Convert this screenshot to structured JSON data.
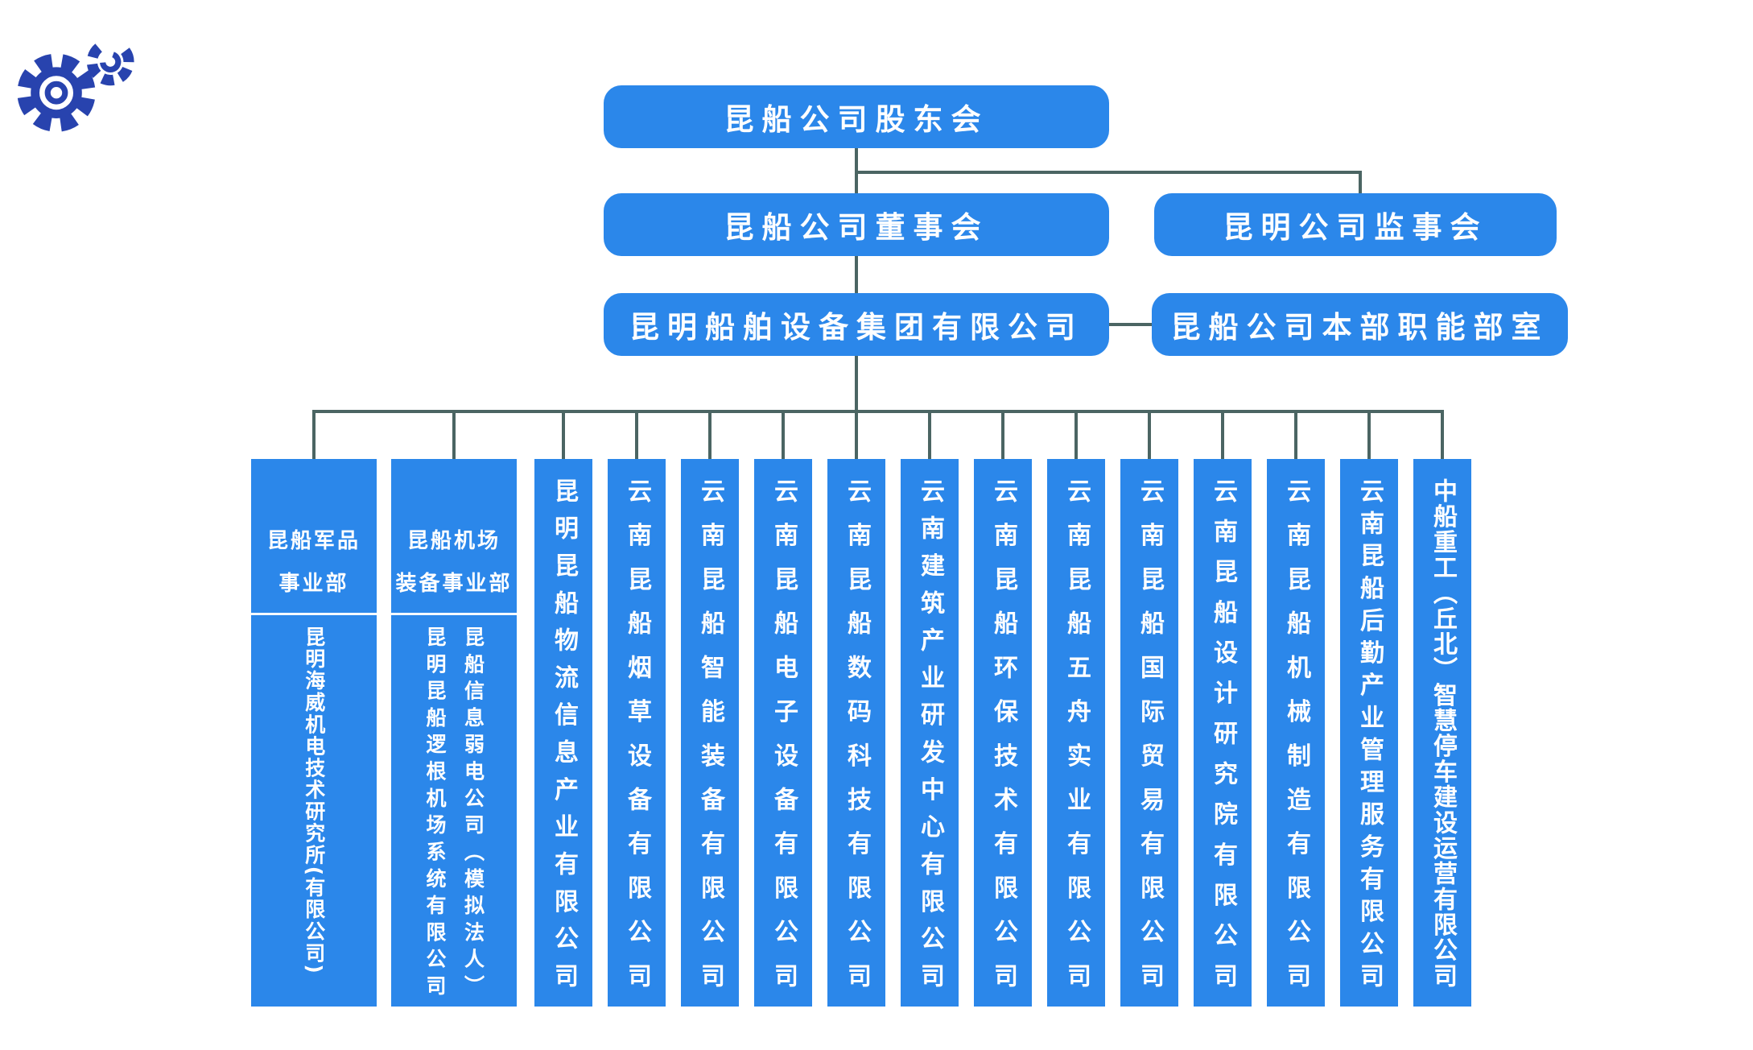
{
  "meta": {
    "box_blue": "#2B87EA",
    "line_color": "#4B6563",
    "logo_blue": "#2843AE",
    "background": "#FFFFFF"
  },
  "top_boxes": {
    "shareholders": "昆船公司股东会",
    "board": "昆船公司董事会",
    "supervisors": "昆明公司监事会",
    "group": "昆明船舶设备集团有限公司",
    "hq": "昆船公司本部职能部室"
  },
  "columns": [
    {
      "type": "dept",
      "header_lines": [
        "昆船军品",
        "事业部"
      ],
      "bodies": [
        "昆明海威机电技术研究所(有限公司)"
      ]
    },
    {
      "type": "dept",
      "header_lines": [
        "昆船机场",
        "装备事业部"
      ],
      "bodies": [
        "昆船信息弱电公司（模拟法人）",
        "昆明昆船逻根机场系统有限公司"
      ]
    },
    {
      "type": "plain",
      "text": "昆明昆船物流信息产业有限公司"
    },
    {
      "type": "plain",
      "text": "云南昆船烟草设备有限公司"
    },
    {
      "type": "plain",
      "text": "云南昆船智能装备有限公司"
    },
    {
      "type": "plain",
      "text": "云南昆船电子设备有限公司"
    },
    {
      "type": "plain",
      "text": "云南昆船数码科技有限公司"
    },
    {
      "type": "plain",
      "text": "云南建筑产业研发中心有限公司"
    },
    {
      "type": "plain",
      "text": "云南昆船环保技术有限公司"
    },
    {
      "type": "plain",
      "text": "云南昆船五舟实业有限公司"
    },
    {
      "type": "plain",
      "text": "云南昆船国际贸易有限公司"
    },
    {
      "type": "plain",
      "text": "云南昆船设计研究院有限公司"
    },
    {
      "type": "plain",
      "text": "云南昆船机械制造有限公司"
    },
    {
      "type": "plain",
      "text": "云南昆船后勤产业管理服务有限公司"
    },
    {
      "type": "plain",
      "text": "中船重工（丘北）智慧停车建设运营有限公司"
    }
  ]
}
